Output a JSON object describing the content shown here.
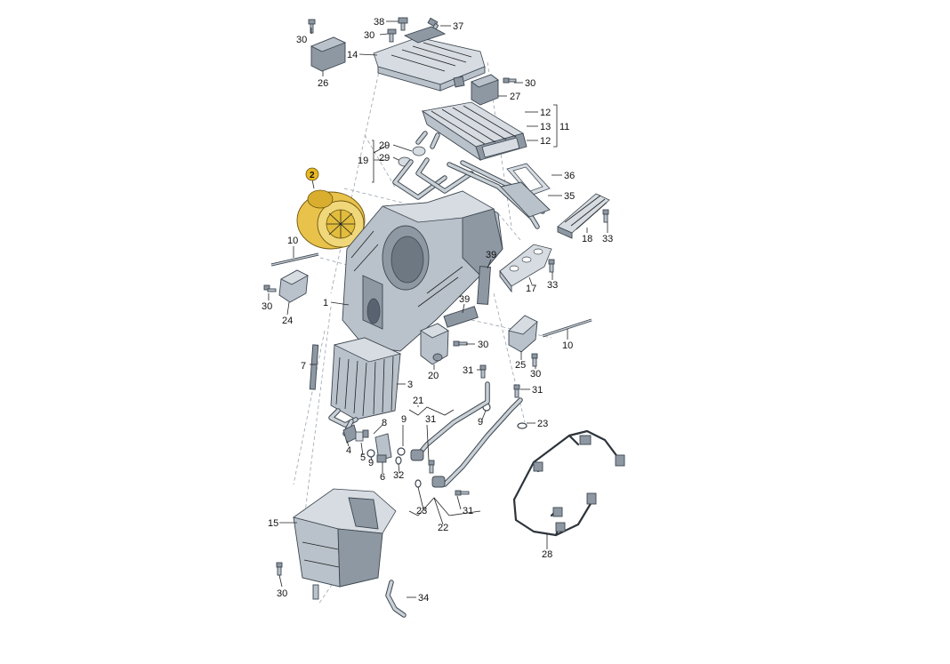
{
  "labels": {
    "l38": "38",
    "l37": "37",
    "l30a": "30",
    "l30b": "30",
    "l14": "14",
    "l26": "26",
    "l30c": "30",
    "l27": "27",
    "l12a": "12",
    "l13": "13",
    "l12b": "12",
    "l11": "11",
    "l29a": "29",
    "l29b": "29",
    "l19": "19",
    "l36": "36",
    "l35": "35",
    "l2": "2",
    "l18": "18",
    "l33a": "33",
    "l10a": "10",
    "l39a": "39",
    "l33b": "33",
    "l17": "17",
    "l30d": "30",
    "l24": "24",
    "l1": "1",
    "l39b": "39",
    "l30e": "30",
    "l10b": "10",
    "l25": "25",
    "l30f": "30",
    "l20": "20",
    "l7": "7",
    "l31a": "31",
    "l3": "3",
    "l31b": "31",
    "l21": "21",
    "l8": "8",
    "l9a": "9",
    "l31c": "31",
    "l9b": "9",
    "l23a": "23",
    "l4": "4",
    "l5": "5",
    "l9c": "9",
    "l6": "6",
    "l32": "32",
    "l23b": "23",
    "l31d": "31",
    "l22": "22",
    "l28": "28",
    "l15": "15",
    "l30g": "30",
    "l34": "34"
  },
  "highlighted_part": "2",
  "colors": {
    "highlight": "#e8c24a",
    "part_fill": "#b9c2ca",
    "outline": "#3d4650"
  }
}
